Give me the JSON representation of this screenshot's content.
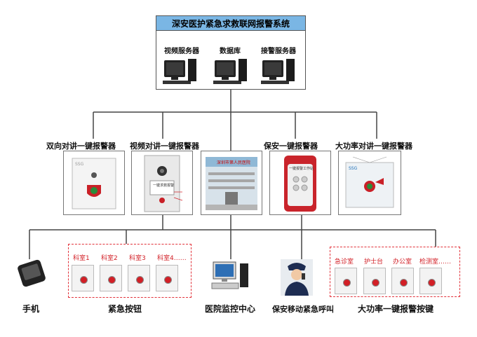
{
  "system": {
    "title": "深安医护紧急求救联网报警系统",
    "servers": [
      {
        "label": "视频服务器"
      },
      {
        "label": "数据库"
      },
      {
        "label": "接警服务器"
      }
    ]
  },
  "devices": [
    {
      "label": "双向对讲一键报警器",
      "brand": "SSG"
    },
    {
      "label": "视频对讲一键报警器",
      "screen_text": "一键求救报警"
    },
    {
      "label": "",
      "screen_text": "深圳市第人民医院"
    },
    {
      "label": "保安一键报警器",
      "screen_text": "一键报警工作站"
    },
    {
      "label": "大功率对讲一键报警器",
      "brand": "SSG"
    }
  ],
  "endpoints": {
    "phone": "手机",
    "emergency_buttons": {
      "label": "紧急按钮",
      "rooms": [
        "科室1",
        "科室2",
        "科室3",
        "科室4……"
      ]
    },
    "monitor_center": "医院监控中心",
    "guard_call": "保安移动紧急呼叫",
    "high_power_keys": {
      "label": "大功率一键报警按键",
      "rooms": [
        "急诊室",
        "护士台",
        "办公室",
        "检测室……"
      ]
    }
  },
  "colors": {
    "title_bar": "#7ab6e4",
    "dashed_border": "#e2323a",
    "alarm_red": "#d21f26",
    "line": "#444444"
  }
}
